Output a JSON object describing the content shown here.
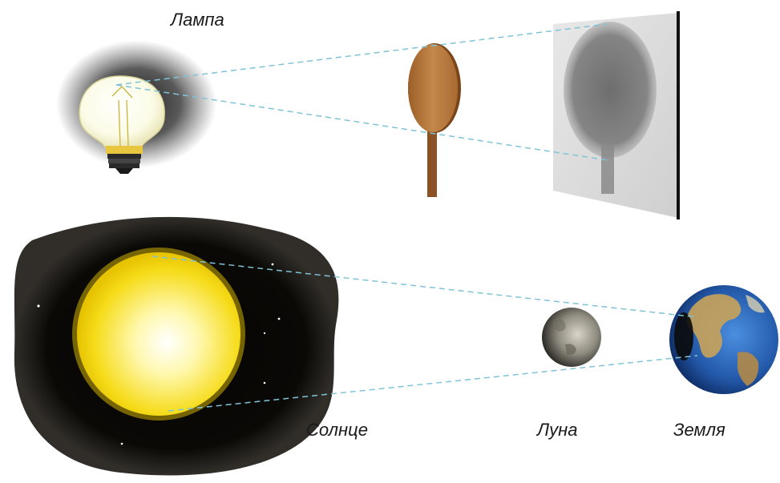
{
  "labels": {
    "lamp": "Лампа",
    "sun": "Солнце",
    "moon": "Луна",
    "earth": "Земля"
  },
  "colors": {
    "ray_line": "#7fc3d6",
    "paddle_wood": "#b97a3c",
    "screen": "#d9d9d9",
    "shadow": "#8a8a8a",
    "sun_core": "#fffde0",
    "sun_edge": "#f2d200",
    "space": "#0a0806",
    "ocean": "#2a66b8",
    "land": "#c9a35a"
  }
}
